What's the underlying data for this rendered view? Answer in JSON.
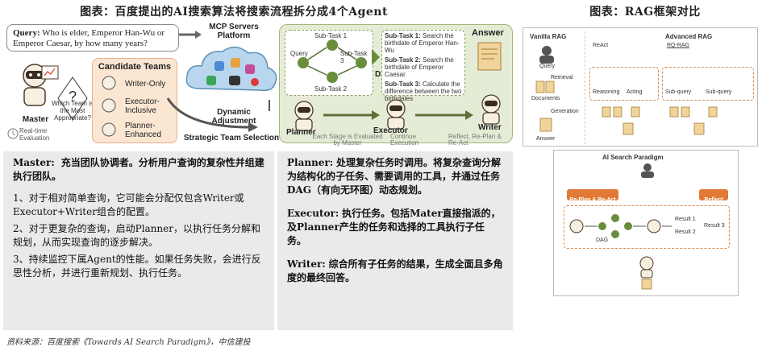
{
  "left_title": "图表：百度提出的AI搜索算法将搜索流程拆分成4个Agent",
  "right_title": "图表：RAG框架对比",
  "query_label": "Query:",
  "query_text": "Who is elder, Emperor Han-Wu or Emperor Caesar, by how many years?",
  "master_label": "Master",
  "which_team": "Which Team is the Most Appropriate?",
  "realtime_eval": "Real-time Evaluation",
  "candidate_title": "Candidate Teams",
  "candidate_items": [
    "Writer-Only",
    "Executor-Inclusive",
    "Planner-Enhanced"
  ],
  "mcp_title": "MCP Servers Platform",
  "dynamic_adjust": "Dynamic Adjustment",
  "strategic_selection": "Strategic Team Selection",
  "subtasks": {
    "query": "Query",
    "s1": "Sub-Task 1",
    "s2": "Sub-Task 2",
    "s3": "Sub-Task 3",
    "dag": "DAG",
    "d1_label": "Sub-Task 1:",
    "d1_text": "Search the birthdate of Emperor Han-Wu",
    "d2_label": "Sub-Task 2:",
    "d2_text": "Search the birthdate of Emperor Caesar",
    "d3_label": "Sub-Task 3:",
    "d3_text": "Calculate the difference between the two birthdates"
  },
  "answer_label": "Answer",
  "planner_label": "Planner",
  "executor_label": "Executor",
  "writer_label": "Writer",
  "legend": {
    "each_stage": "Each Stage is Evaluated by Master",
    "continue": "Continue Execution",
    "reflect": "Reflect, Re-Plan & Re-Act"
  },
  "master_desc": {
    "head_bold": "Master:",
    "head_text": "充当团队协调者。分析用户查询的复杂性并组建执行团队。",
    "p1": "1、对于相对简单查询，它可能会分配仅包含Writer或Executor+Writer组合的配置。",
    "p2": "2、对于更复杂的查询，启动Planner，以执行任务分解和规划，从而实现查询的逐步解决。",
    "p3": "3、持续监控下属Agent的性能。如果任务失败，会进行反思性分析，并进行重新规划、执行任务。"
  },
  "other_desc": {
    "planner_bold": "Planner:",
    "planner_text": "处理复杂任务时调用。将复杂查询分解为结构化的子任务、需要调用的工具，并通过任务DAG（有向无环图）动态规划。",
    "executor_bold": "Executor:",
    "executor_text": "执行任务。包括Mater直接指派的，及Planner产生的任务和选择的工具执行子任务。",
    "writer_bold": "Writer:",
    "writer_text": "综合所有子任务的结果，生成全面且多角度的最终回答。"
  },
  "source": "资料来源：百度搜索《Towards AI Search Paradigm》，中信建投",
  "rag": {
    "vanilla": "Vanilla RAG",
    "advanced": "Advanced RAG",
    "react": "ReAct",
    "rq": "RQ-RAG",
    "query": "Query",
    "retrieval": "Retrieval",
    "documents": "Documents",
    "generation": "Generation",
    "answer": "Answer",
    "reasoning": "Reasoning",
    "acting": "Acting",
    "subquery": "Sub-query",
    "ai_paradigm": "AI Search Paradigm",
    "replan": "Re-Plan & Re-Act",
    "reflect": "Reflect",
    "dag": "DAG",
    "result1": "Result 1",
    "result2": "Result 2",
    "result3": "Result 3"
  },
  "colors": {
    "green_panel": "#e5ecd6",
    "candidate_bg": "#fbe6d2",
    "text_panel": "#eaeaea",
    "orange": "#e07a36"
  }
}
